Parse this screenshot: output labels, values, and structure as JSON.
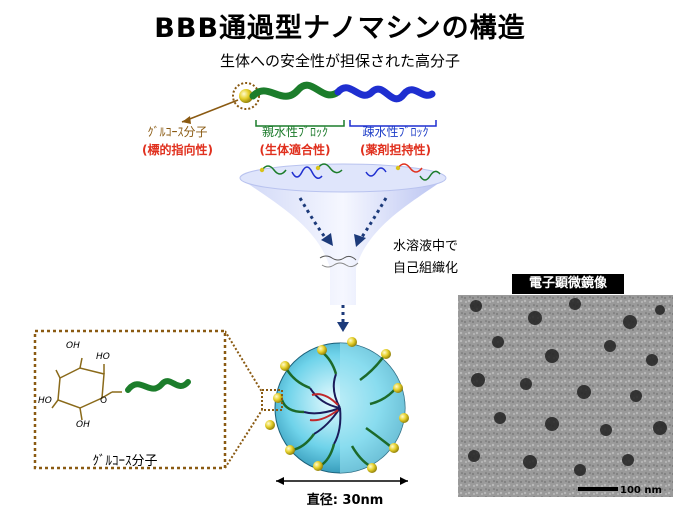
{
  "title": "BBB通過型ナノマシンの構造",
  "subtitle": "生体への安全性が担保された高分子",
  "labels": {
    "glucose": "ｸﾞﾙｺｰｽ分子",
    "glucose_role": "(標的指向性)",
    "hydrophilic": "親水性ﾌﾞﾛｯｸ",
    "hydrophilic_role": "(生体適合性)",
    "hydrophobic": "疎水性ﾌﾞﾛｯｸ",
    "hydrophobic_role": "(薬剤担持性)",
    "self_assembly_line1": "水溶液中で",
    "self_assembly_line2": "自己組織化",
    "em_title": "電子顕微鏡像",
    "scale_bar": "100 nm",
    "diameter": "直径: 30nm",
    "inset_molecule": "ｸﾞﾙｺｰｽ分子",
    "oh1": "OH",
    "oh2": "HO",
    "oh3": "HO",
    "oh4": "OH",
    "o_ring": "O"
  },
  "colors": {
    "glucose": "#d8c21a",
    "hydrophilic": "#1c7d2b",
    "hydrophobic": "#1f2fd0",
    "accent_brown": "#8a5a12",
    "red_label": "#e0301e"
  }
}
